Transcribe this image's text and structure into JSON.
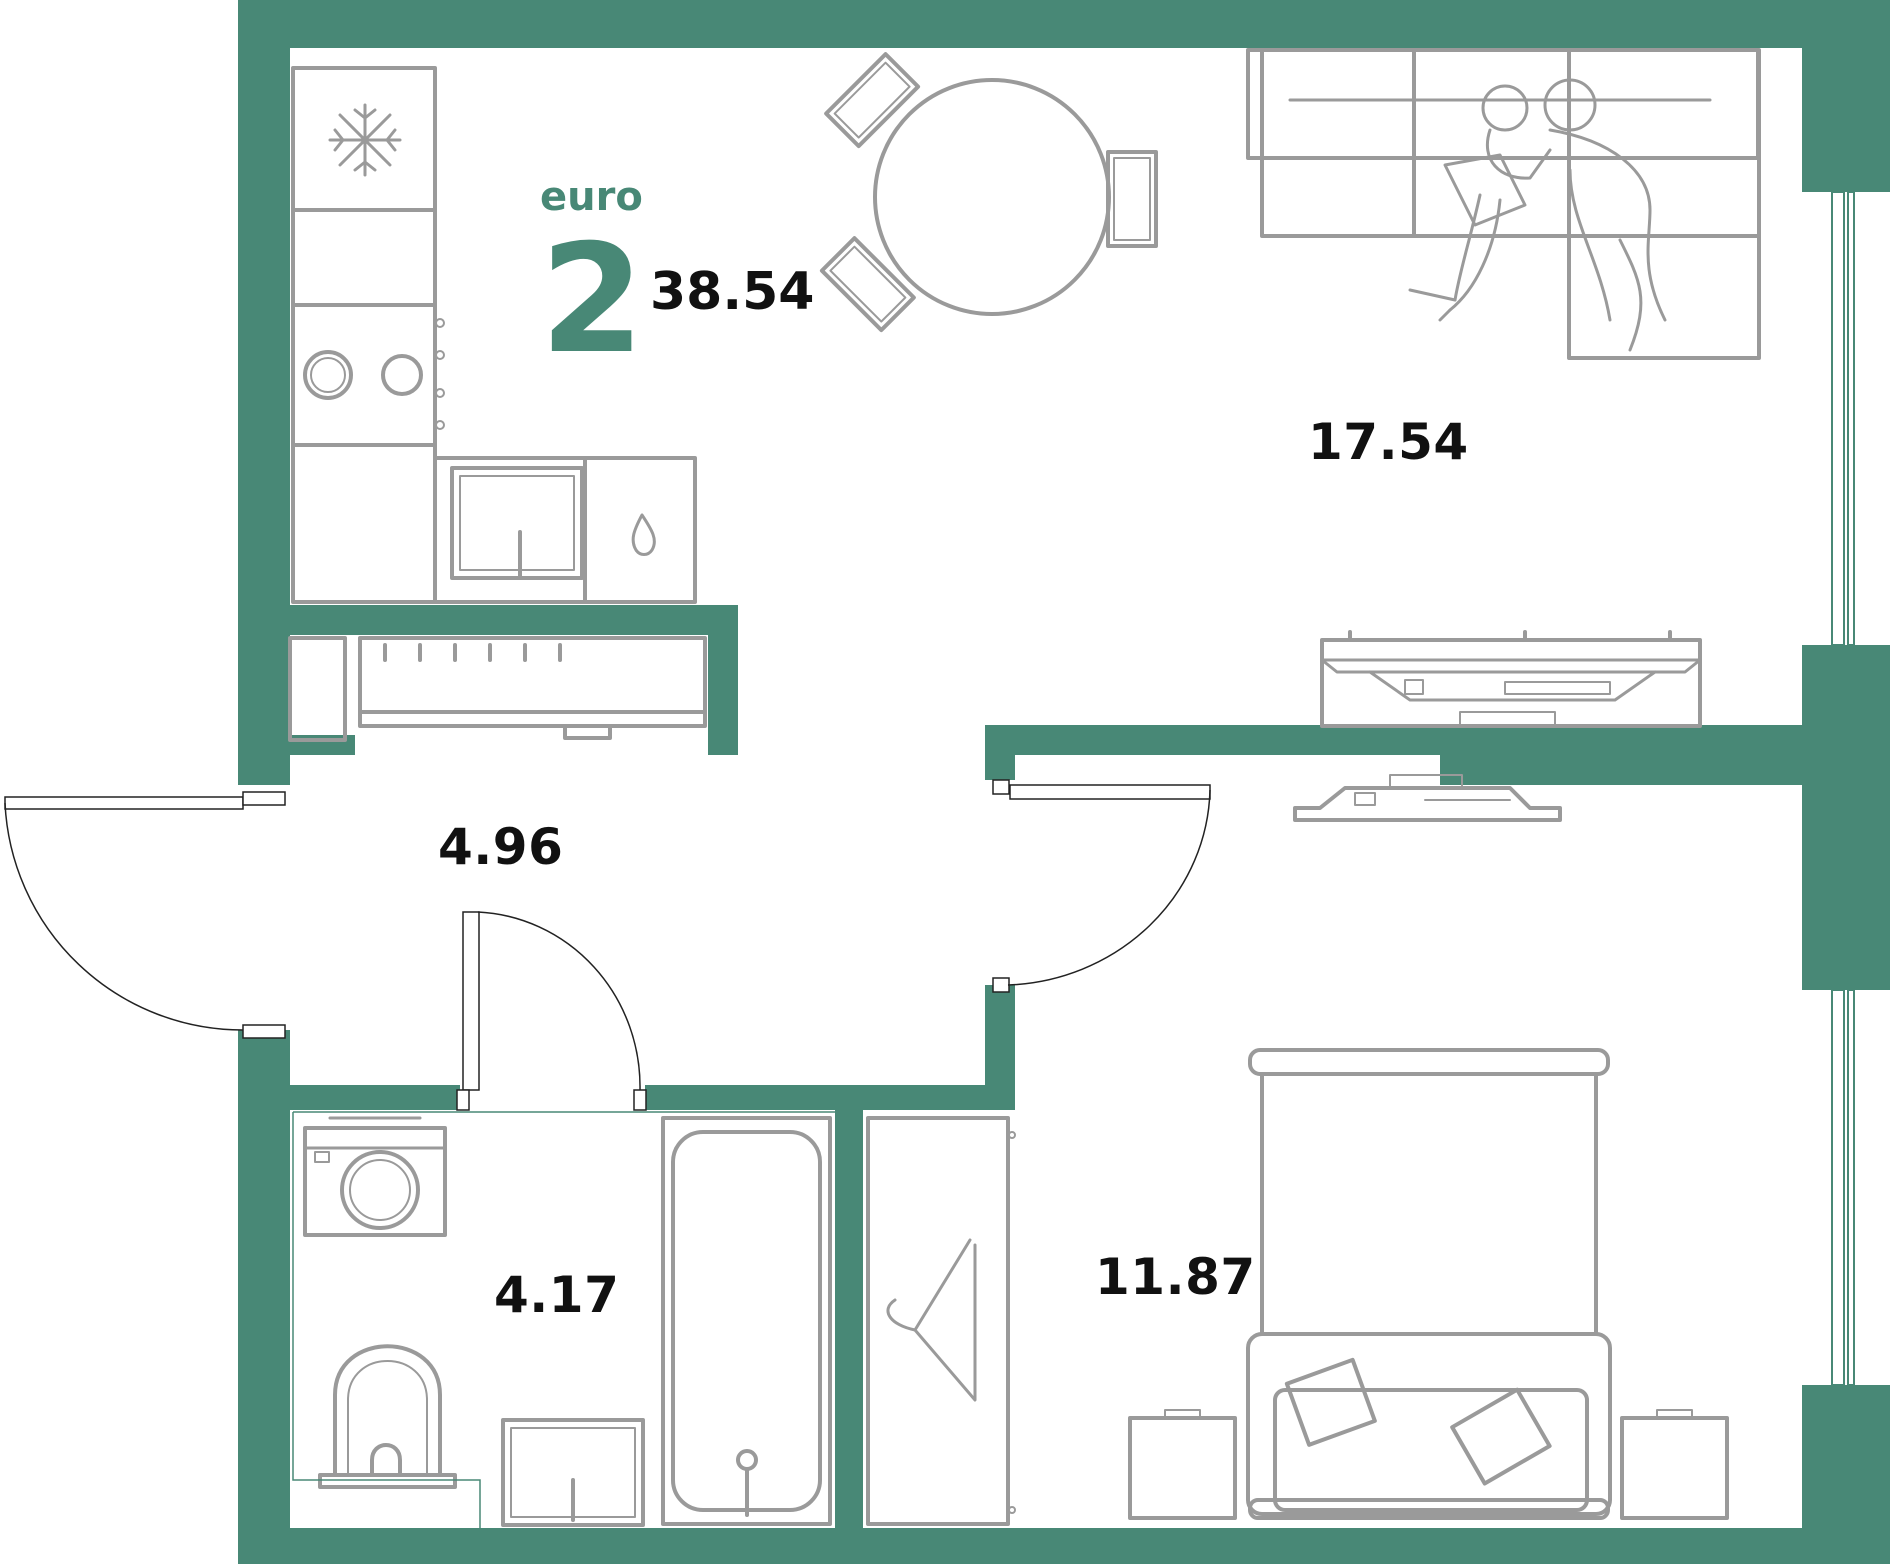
{
  "header": {
    "layout_tag": "euro",
    "rooms_count": "2",
    "total_area": "38.54"
  },
  "rooms": [
    {
      "id": "living-kitchen",
      "area": "17.54"
    },
    {
      "id": "hallway",
      "area": "4.96"
    },
    {
      "id": "bathroom",
      "area": "4.17"
    },
    {
      "id": "bedroom",
      "area": "11.87"
    }
  ],
  "colors": {
    "wall": "#488876",
    "furniture_stroke": "#9a9a9a",
    "label_text": "#111111",
    "door": "#222222",
    "background": "#ffffff"
  },
  "icons": [
    "snowflake-icon",
    "stove-icon",
    "sink-icon",
    "washing-machine-icon",
    "toilet-icon",
    "bathtub-icon",
    "hanger-icon",
    "bed-icon",
    "tv-icon",
    "sofa-icon",
    "dining-table-icon",
    "people-illustration"
  ]
}
